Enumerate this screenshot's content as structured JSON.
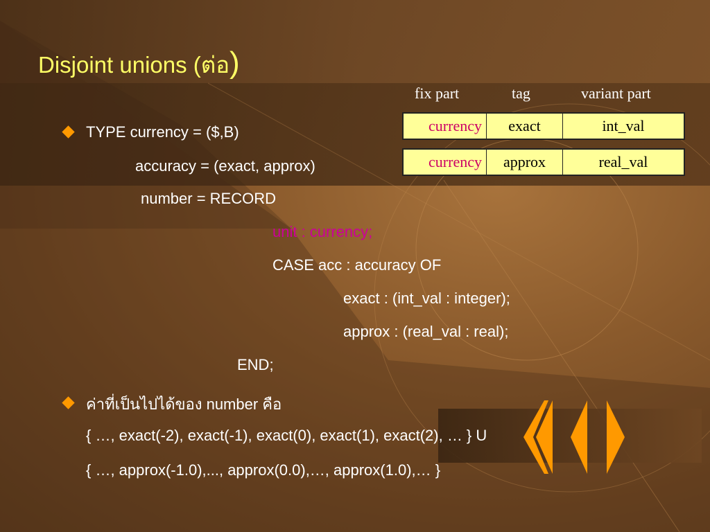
{
  "slide": {
    "title_main": "Disjoint unions (ต่อ",
    "title_close": ")"
  },
  "table": {
    "headers": [
      "fix part",
      "tag",
      "variant part"
    ],
    "rows": [
      [
        "currency",
        "exact",
        "int_val"
      ],
      [
        "currency",
        "approx",
        "real_val"
      ]
    ]
  },
  "code": {
    "line1": "TYPE currency  = ($,B)",
    "line2": "accuracy = (exact, approx)",
    "line3": "number   = RECORD",
    "line4": "unit : currency;",
    "line5": "CASE  acc : accuracy OF",
    "line6": "exact : (int_val : integer);",
    "line7": "approx : (real_val : real);",
    "line8": "END;"
  },
  "bullet2": {
    "heading": "ค่าที่เป็นไปได้ของ number คือ",
    "set1": "{ …, exact(-2), exact(-1), exact(0), exact(1), exact(2), … } U",
    "set2": "{ …, approx(-1.0),..., approx(0.0),…, approx(1.0),… }"
  },
  "colors": {
    "title": "#ffff66",
    "bullet": "#ff9900",
    "table_fill": "#ffff99",
    "highlight": "#cc0099",
    "chevron": "#ff9900"
  },
  "decor": {
    "bullet_icon": "diamond-bullet-icon",
    "chevrons": "chevron-left-icon, chevron-right-icon"
  }
}
